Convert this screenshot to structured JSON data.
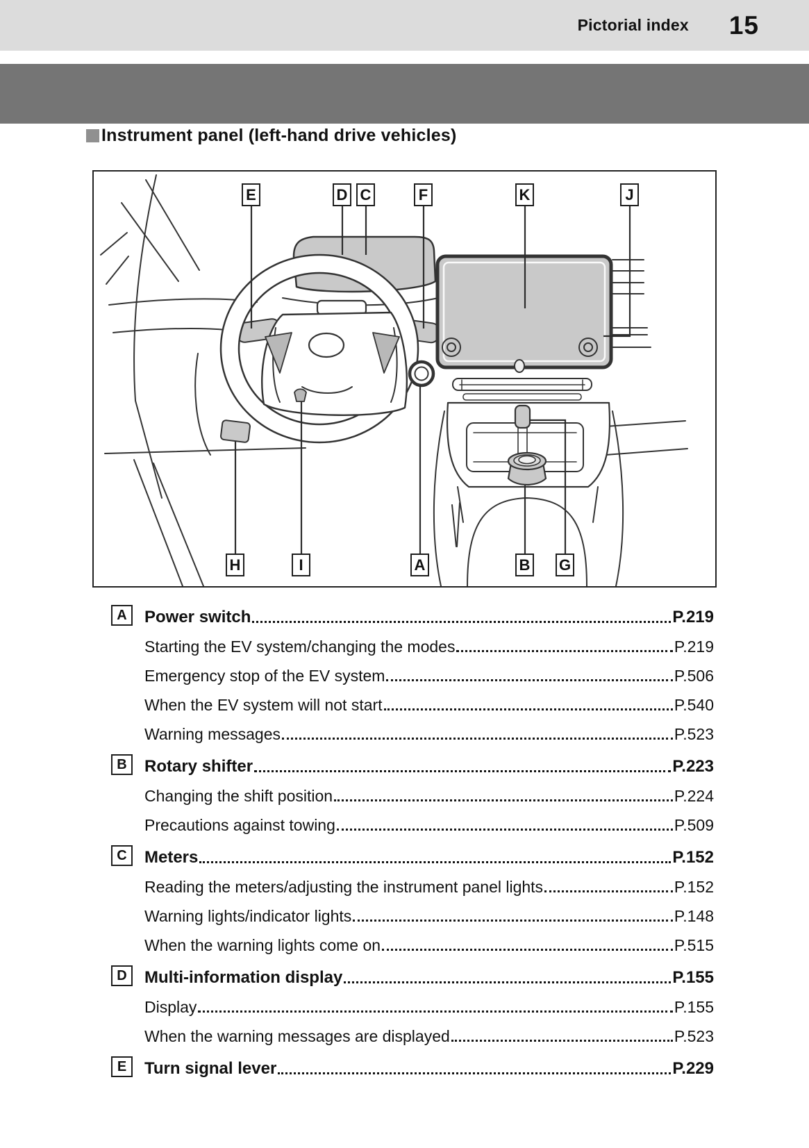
{
  "header": {
    "section_label": "Pictorial index",
    "page_number": "15"
  },
  "section": {
    "title": "Instrument panel (left-hand drive vehicles)"
  },
  "diagram": {
    "description": "line illustration of dashboard: instrument cluster, steering wheel, multimedia display, center console with rotary shifter",
    "labels": [
      "E",
      "D",
      "C",
      "F",
      "K",
      "J",
      "H",
      "I",
      "A",
      "B",
      "G"
    ]
  },
  "index": {
    "rows": [
      {
        "letter": "A",
        "label": "Power switch",
        "page": "P.219"
      },
      {
        "letter": "",
        "label": "Starting the EV system/changing the modes",
        "page": "P.219"
      },
      {
        "letter": "",
        "label": "Emergency stop of the EV system",
        "page": "P.506"
      },
      {
        "letter": "",
        "label": "When the EV system will not start",
        "page": "P.540"
      },
      {
        "letter": "",
        "label": "Warning messages",
        "page": "P.523"
      },
      {
        "letter": "B",
        "label": "Rotary shifter",
        "page": "P.223"
      },
      {
        "letter": "",
        "label": "Changing the shift position",
        "page": "P.224"
      },
      {
        "letter": "",
        "label": "Precautions against towing",
        "page": "P.509"
      },
      {
        "letter": "C",
        "label": "Meters",
        "page": "P.152"
      },
      {
        "letter": "",
        "label": "Reading the meters/adjusting the instrument panel lights",
        "page": "P.152"
      },
      {
        "letter": "",
        "label": "Warning lights/indicator lights",
        "page": "P.148"
      },
      {
        "letter": "",
        "label": "When the warning lights come on",
        "page": "P.515"
      },
      {
        "letter": "D",
        "label": "Multi-information display",
        "page": "P.155"
      },
      {
        "letter": "",
        "label": "Display",
        "page": "P.155"
      },
      {
        "letter": "",
        "label": "When the warning messages are displayed",
        "page": "P.523"
      },
      {
        "letter": "E",
        "label": "Turn signal lever",
        "page": "P.229"
      }
    ]
  },
  "colors": {
    "header_band": "#dcdcdc",
    "divider_band": "#757575",
    "line_art_fill": "#c9c9c9",
    "line_art_stroke": "#333333"
  }
}
